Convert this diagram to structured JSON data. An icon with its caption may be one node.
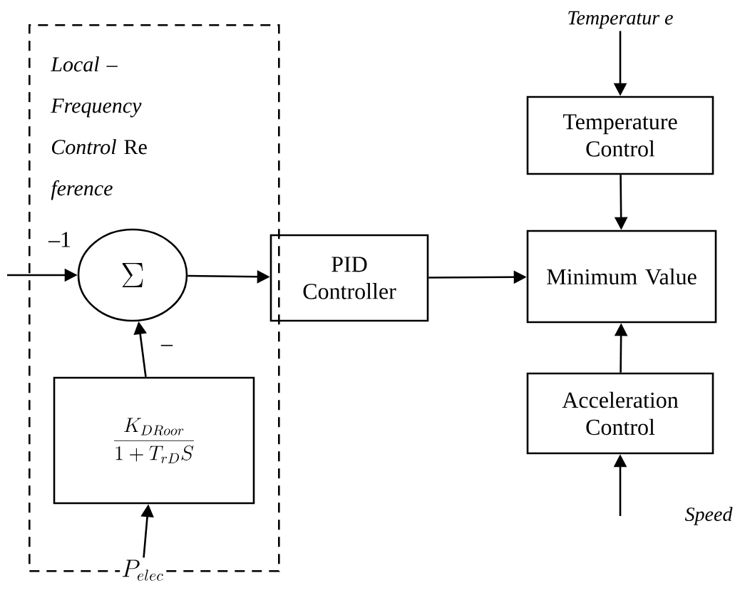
{
  "diagram": {
    "nodes": [
      {
        "text": [
          "*Local – Frequency Control* Re *ference*"
        ]
      },
      {
        "text": [
          "\\Sigma"
        ],
        "in": 0
      },
      {
        "text": [
          "\\frac{K_{DRoor}}{1+T_{rD}S}"
        ],
        "in": 0
      },
      {
        "text": [
          "PID Controller"
        ]
      },
      {
        "text": [
          "Minimum Value"
        ]
      },
      {
        "text": [
          "Temperature Control"
        ]
      },
      {
        "text": [
          "Acceleration Control"
        ]
      },
      {
        "text": [
          "Temperatur e"
        ]
      },
      {
        "text": [
          "Speed"
        ]
      },
      {
        "text": [
          "P_{elec}"
        ]
      }
    ],
    "edges": [
      {
        "from": null,
        "to": 1,
        "arrow": "to"
      },
      {
        "from": 2,
        "to": 1,
        "arrow": "to"
      },
      {
        "from": 9,
        "to": 2,
        "arrow": "to"
      },
      {
        "from": 1,
        "to": 3,
        "arrow": "to"
      },
      {
        "from": 3,
        "to": 4,
        "arrow": "to"
      },
      {
        "from": 7,
        "to": 5,
        "arrow": "to"
      },
      {
        "from": 5,
        "to": 4,
        "arrow": "to"
      },
      {
        "from": 8,
        "to": 6,
        "arrow": "to"
      },
      {
        "from": 6,
        "to": 4,
        "arrow": "to"
      }
    ],
    "labels": [
      "–1",
      "–"
    ]
  }
}
